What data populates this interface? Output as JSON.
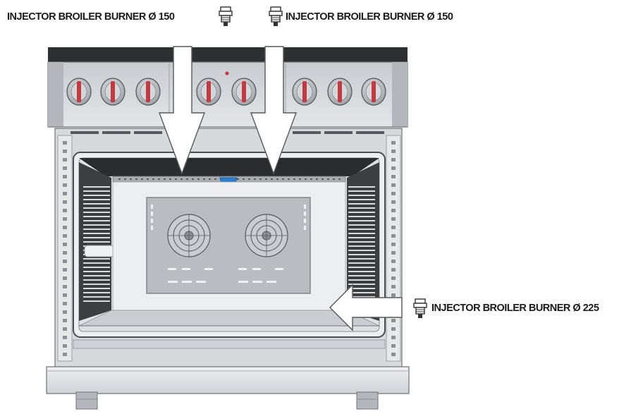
{
  "labels": {
    "top_left": "INJECTOR BROILER BURNER Ø 150",
    "top_right": "INJECTOR BROILER BURNER Ø 150",
    "bottom_right": "INJECTOR BROILER BURNER Ø 225"
  },
  "icons": {
    "injector": "injector-icon",
    "arrow": "arrow-icon",
    "knob": "control-knob-icon",
    "fan": "convection-fan-icon"
  },
  "colors": {
    "stainless_light": "#e4e7ea",
    "stainless_mid": "#c9cdd2",
    "stainless_dark": "#9ea3a9",
    "top_black": "#2e2f31",
    "knob_red": "#c23a42",
    "oven_interior": "#dfe2e5",
    "rear_panel": "#b9bdc2",
    "blue_clip": "#2f7fd0",
    "outline": "#4a4d52"
  }
}
